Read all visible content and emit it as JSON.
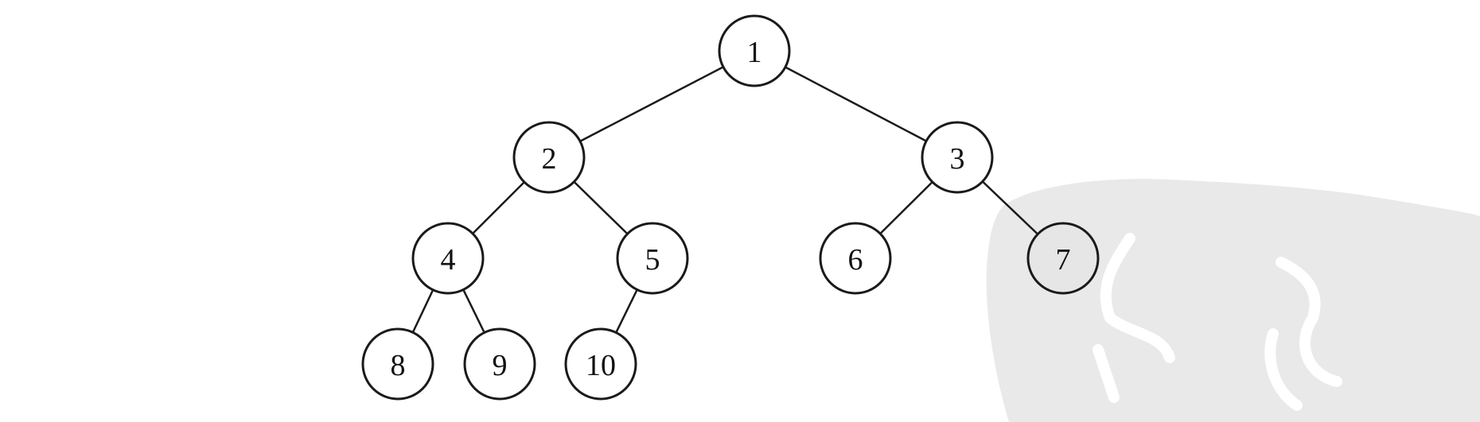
{
  "tree": {
    "nodes": [
      {
        "id": "1",
        "label": "1",
        "shaded": false
      },
      {
        "id": "2",
        "label": "2",
        "shaded": false
      },
      {
        "id": "3",
        "label": "3",
        "shaded": false
      },
      {
        "id": "4",
        "label": "4",
        "shaded": false
      },
      {
        "id": "5",
        "label": "5",
        "shaded": false
      },
      {
        "id": "6",
        "label": "6",
        "shaded": false
      },
      {
        "id": "7",
        "label": "7",
        "shaded": true
      },
      {
        "id": "8",
        "label": "8",
        "shaded": false
      },
      {
        "id": "9",
        "label": "9",
        "shaded": false
      },
      {
        "id": "10",
        "label": "10",
        "shaded": false
      }
    ],
    "edges": [
      {
        "from": "1",
        "to": "2"
      },
      {
        "from": "1",
        "to": "3"
      },
      {
        "from": "2",
        "to": "4"
      },
      {
        "from": "2",
        "to": "5"
      },
      {
        "from": "3",
        "to": "6"
      },
      {
        "from": "3",
        "to": "7"
      },
      {
        "from": "4",
        "to": "8"
      },
      {
        "from": "4",
        "to": "9"
      },
      {
        "from": "5",
        "to": "10"
      }
    ]
  },
  "colors": {
    "stroke": "#1a1a1a",
    "fill": "#ffffff",
    "shaded_fill": "#e6e6e6",
    "watermark": "#e9e9e9"
  }
}
